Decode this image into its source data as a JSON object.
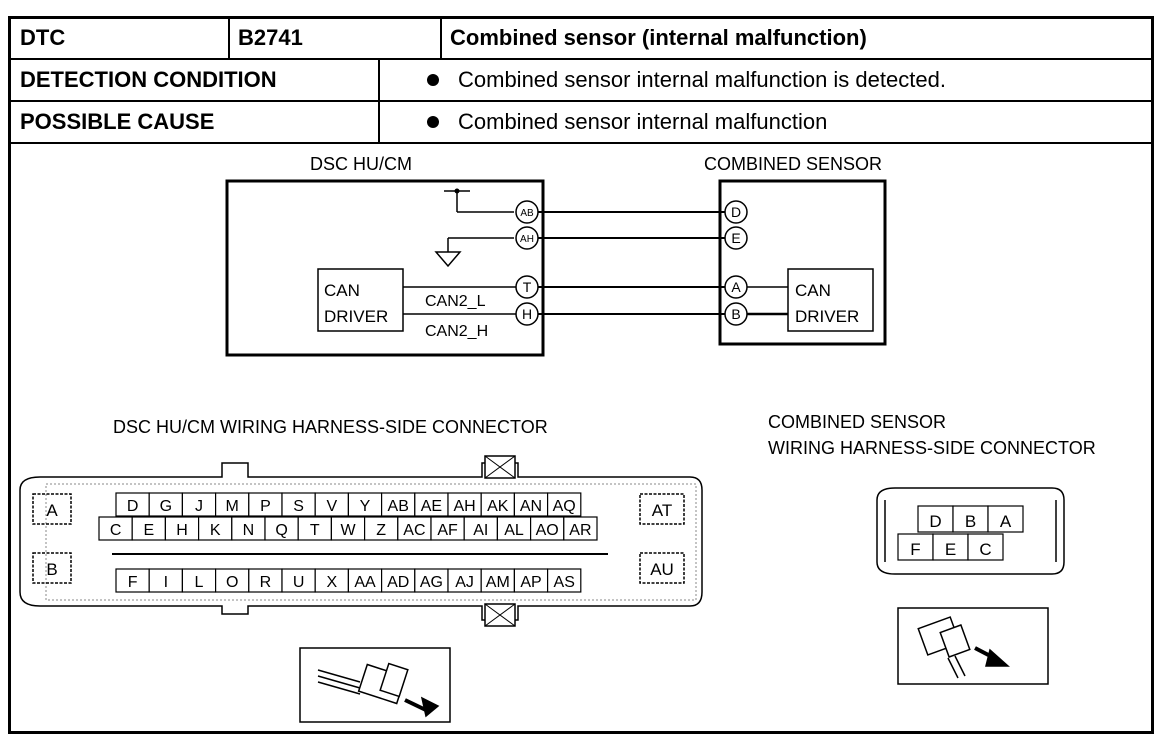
{
  "table": {
    "dtc_label": "DTC",
    "dtc_code": "B2741",
    "dtc_title": "Combined sensor (internal malfunction)",
    "detection_label": "DETECTION CONDITION",
    "detection_value": "Combined sensor internal malfunction is detected.",
    "cause_label": "POSSIBLE CAUSE",
    "cause_value": "Combined sensor internal malfunction"
  },
  "diagram": {
    "hu_title": "DSC HU/CM",
    "sensor_title": "COMBINED SENSOR",
    "hu_can_line1": "CAN",
    "hu_can_line2": "DRIVER",
    "sensor_can_line1": "CAN",
    "sensor_can_line2": "DRIVER",
    "can2_l": "CAN2_L",
    "can2_h": "CAN2_H",
    "hu_pins": [
      "AB",
      "AH",
      "T",
      "H"
    ],
    "sensor_pins": [
      "D",
      "E",
      "A",
      "B"
    ]
  },
  "hu_connector": {
    "title": "DSC HU/CM WIRING HARNESS-SIDE CONNECTOR",
    "left_labels": [
      "A",
      "B"
    ],
    "right_labels": [
      "AT",
      "AU"
    ],
    "row1": [
      "D",
      "G",
      "J",
      "M",
      "P",
      "S",
      "V",
      "Y",
      "AB",
      "AE",
      "AH",
      "AK",
      "AN",
      "AQ"
    ],
    "row2": [
      "C",
      "E",
      "H",
      "K",
      "N",
      "Q",
      "T",
      "W",
      "Z",
      "AC",
      "AF",
      "AI",
      "AL",
      "AO",
      "AR"
    ],
    "row3": [
      "F",
      "I",
      "L",
      "O",
      "R",
      "U",
      "X",
      "AA",
      "AD",
      "AG",
      "AJ",
      "AM",
      "AP",
      "AS"
    ]
  },
  "sensor_connector": {
    "title_line1": "COMBINED SENSOR",
    "title_line2": "WIRING HARNESS-SIDE CONNECTOR",
    "row1": [
      "D",
      "B",
      "A"
    ],
    "row2": [
      "F",
      "E",
      "C"
    ]
  }
}
